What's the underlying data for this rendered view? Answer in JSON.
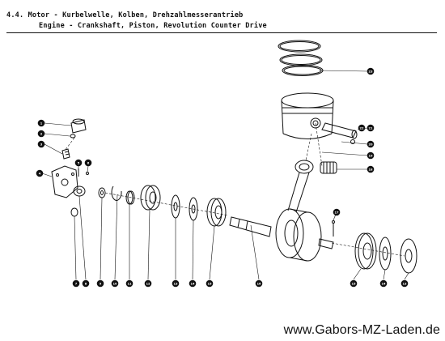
{
  "header": {
    "line1": "4.4. Motor - Kurbelwelle, Kolben, Drehzahlmesserantrieb",
    "line2": "Engine - Crankshaft, Piston, Revolution Counter Drive"
  },
  "footer": {
    "website": "www.Gabors-MZ-Laden.de"
  },
  "callouts": [
    "1",
    "2",
    "3",
    "4",
    "5",
    "6",
    "7",
    "8",
    "9",
    "10",
    "11",
    "12",
    "13",
    "14",
    "15",
    "16",
    "17",
    "18",
    "19",
    "20",
    "21",
    "22",
    "23"
  ]
}
